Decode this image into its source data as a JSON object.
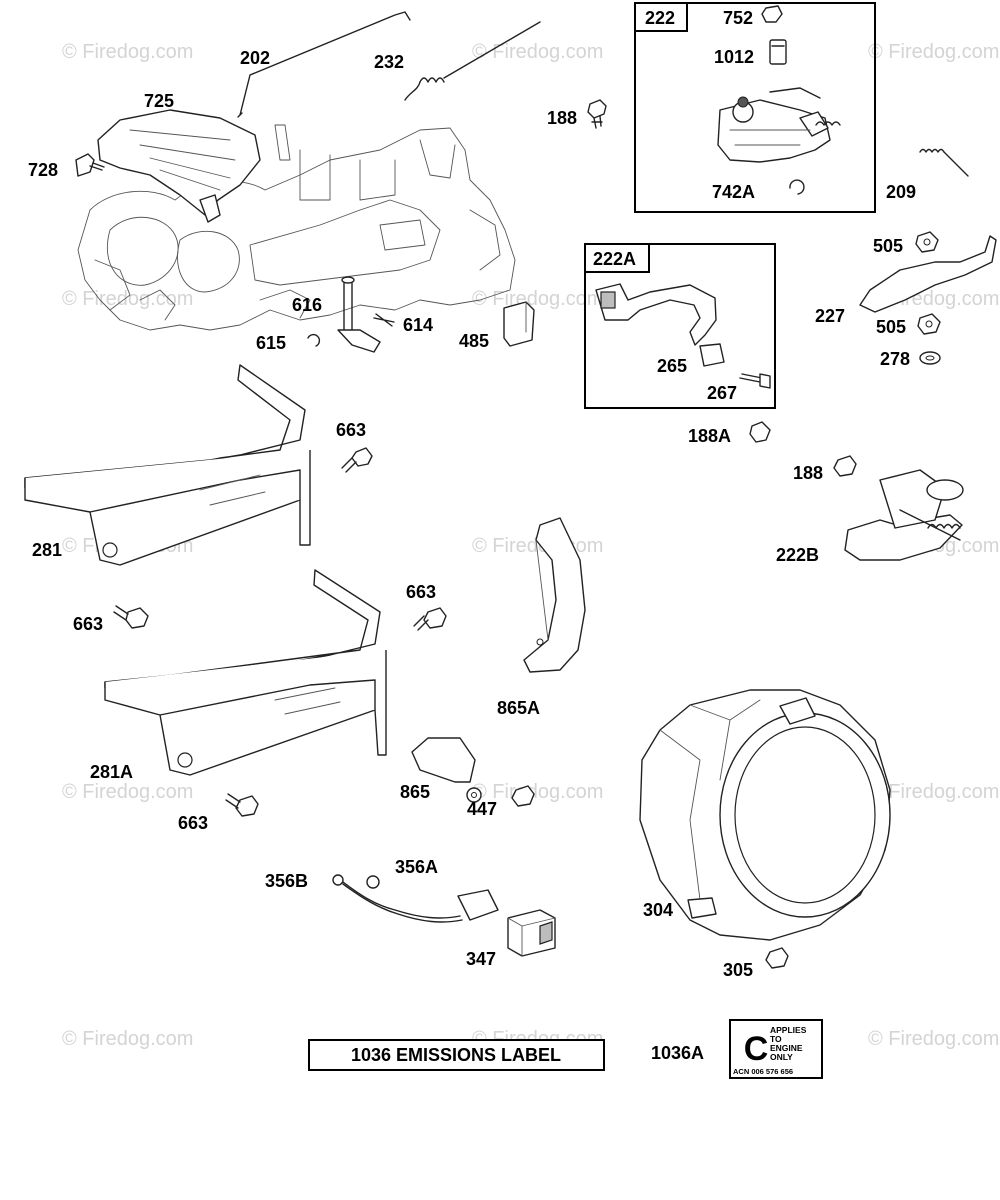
{
  "watermark": {
    "text": "© Firedog.com"
  },
  "boxes": {
    "b222": "222",
    "b222A": "222A"
  },
  "labels": {
    "p202": "202",
    "p232": "232",
    "p725": "725",
    "p728": "728",
    "p188a": "188",
    "p752": "752",
    "p1012": "1012",
    "p742A": "742A",
    "p209": "209",
    "p505a": "505",
    "p227": "227",
    "p505b": "505",
    "p278": "278",
    "p616": "616",
    "p614": "614",
    "p615": "615",
    "p485": "485",
    "p265": "265",
    "p267": "267",
    "p188A": "188A",
    "p663a": "663",
    "p188b": "188",
    "p222B": "222B",
    "p281": "281",
    "p663b": "663",
    "p663c": "663",
    "p865A": "865A",
    "p281A": "281A",
    "p865": "865",
    "p447": "447",
    "p663d": "663",
    "p356B": "356B",
    "p356A": "356A",
    "p347": "347",
    "p304": "304",
    "p305": "305",
    "p1036A": "1036A"
  },
  "emissions_label": "1036 EMISSIONS LABEL",
  "decal": {
    "line1": "APPLIES",
    "line2": "TO",
    "line3": "ENGINE",
    "line4": "ONLY",
    "acn": "ACN 006 576 656",
    "logo": "C"
  }
}
